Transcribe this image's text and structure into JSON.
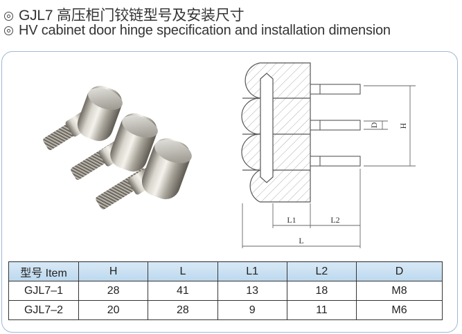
{
  "header": {
    "title_cn": "GJL7 高压柜门铰链型号及安装尺寸",
    "title_en": "HV cabinet door hinge specification and installation dimension"
  },
  "drawing": {
    "labels": {
      "D": "D",
      "H": "H",
      "L1": "L1",
      "L2": "L2",
      "L": "L"
    }
  },
  "table": {
    "headers": [
      "型号 Item",
      "H",
      "L",
      "L1",
      "L2",
      "D"
    ],
    "rows": [
      [
        "GJL7–1",
        "28",
        "41",
        "13",
        "18",
        "M8"
      ],
      [
        "GJL7–2",
        "20",
        "28",
        "9",
        "11",
        "M6"
      ]
    ]
  },
  "colors": {
    "panel_border": "#9fb7d6",
    "header_fill": "#c6ddf0"
  }
}
